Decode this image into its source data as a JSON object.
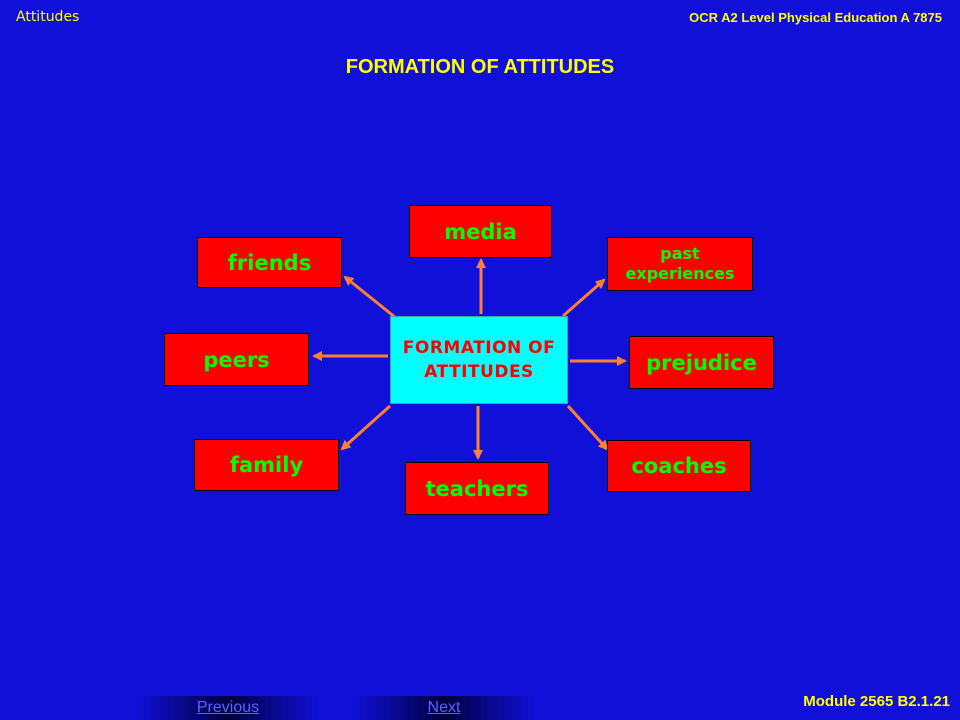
{
  "header": {
    "topic": "Attitudes",
    "course": "OCR A2 Level Physical Education A 7875"
  },
  "title": "FORMATION OF ATTITUDES",
  "diagram": {
    "center": "FORMATION OF\nATTITUDES",
    "nodes": {
      "friends": "friends",
      "media": "media",
      "past_experiences": "past\nexperiences",
      "peers": "peers",
      "prejudice": "prejudice",
      "family": "family",
      "teachers": "teachers",
      "coaches": "coaches"
    }
  },
  "footer": {
    "previous": "Previous",
    "next": "Next",
    "module": "Module 2565 B2.1.21"
  },
  "colors": {
    "background": "#1010d8",
    "heading": "#ffff00",
    "center_fill": "#00ffff",
    "center_text": "#ff0000",
    "box_fill": "#ff0000",
    "box_text": "#00ff00",
    "arrow": "#ff8030"
  }
}
